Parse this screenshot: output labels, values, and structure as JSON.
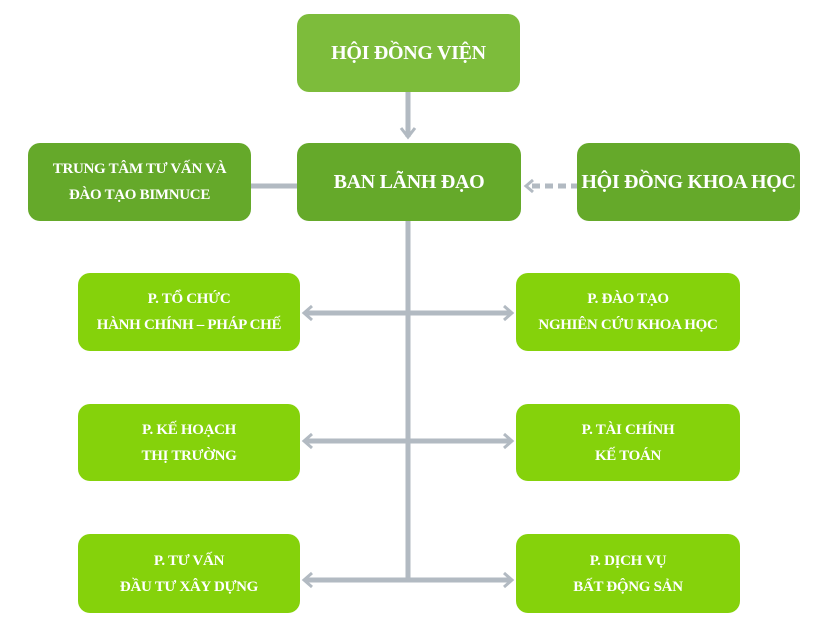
{
  "colors": {
    "top": "#7dbc3b",
    "leadership": "#65a92a",
    "department": "#85d20b",
    "connector": "#b2bac2"
  },
  "top": {
    "label": "HỘI ĐỒNG VIỆN"
  },
  "leadership": {
    "label": "BAN LÃNH ĐẠO"
  },
  "training_center": {
    "line1": "TRUNG TÂM TƯ VẤN VÀ",
    "line2": "ĐÀO TẠO BIMNUCE"
  },
  "science_council": {
    "label": "HỘI ĐỒNG KHOA HỌC"
  },
  "departments": [
    {
      "line1": "P. TỔ CHỨC",
      "line2": "HÀNH CHÍNH – PHÁP CHẾ"
    },
    {
      "line1": "P. ĐÀO TẠO",
      "line2": "NGHIÊN CỨU KHOA HỌC"
    },
    {
      "line1": "P. KẾ HOẠCH",
      "line2": "THỊ TRƯỜNG"
    },
    {
      "line1": "P. TÀI CHÍNH",
      "line2": "KẾ TOÁN"
    },
    {
      "line1": "P. TƯ VẤN",
      "line2": "ĐẦU TƯ XÂY DỰNG"
    },
    {
      "line1": "P. DỊCH VỤ",
      "line2": "BẤT ĐỘNG SẢN"
    }
  ]
}
